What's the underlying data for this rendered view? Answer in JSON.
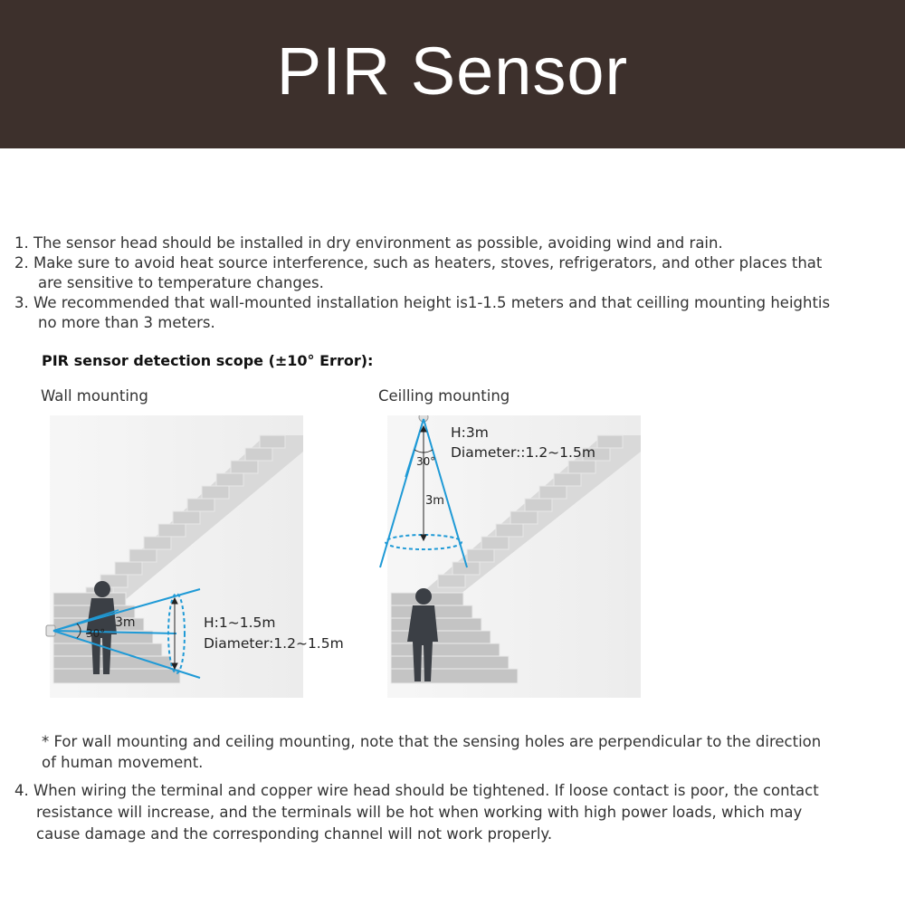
{
  "header": {
    "title": "PIR Sensor"
  },
  "notes": [
    {
      "line1": "1. The sensor head should be installed in dry environment as possible, avoiding wind and rain."
    },
    {
      "line1": "2. Make sure to avoid heat source interference, such as heaters, stoves, refrigerators, and other places that",
      "line2": "are sensitive to temperature changes."
    },
    {
      "line1": "3. We recommended that wall-mounted installation height is1-1.5 meters and that ceilling mounting heightis",
      "line2": "no  more than 3 meters."
    }
  ],
  "scope": {
    "title": "PIR sensor detection scope (±10° Error):",
    "wall": {
      "label": "Wall mounting",
      "angle": "30°",
      "distance": "3m",
      "height": "H:1~1.5m",
      "diameter": "Diameter:1.2~1.5m"
    },
    "ceiling": {
      "label": "Ceilling mounting",
      "angle": "30°",
      "distance": "3m",
      "height": "H:3m",
      "diameter": "Diameter::1.2~1.5m"
    }
  },
  "footnote": {
    "line1": "* For wall mounting and ceiling mounting, note that the sensing holes are perpendicular to the direction",
    "line2": "of human movement."
  },
  "note4": {
    "line1": "4. When wiring the terminal and copper wire head should be tightened. If loose contact is poor, the contact",
    "line2": "resistance will increase, and the terminals will be hot when working with high power loads, which may",
    "line3": "cause damage and the corresponding channel will not work properly."
  },
  "colors": {
    "banner": "#3d302c",
    "beam": "#1f9ad6",
    "stairs": "#c8c8c8"
  },
  "icons": [
    "person-silhouette-icon",
    "sensor-icon",
    "staircase-icon"
  ]
}
